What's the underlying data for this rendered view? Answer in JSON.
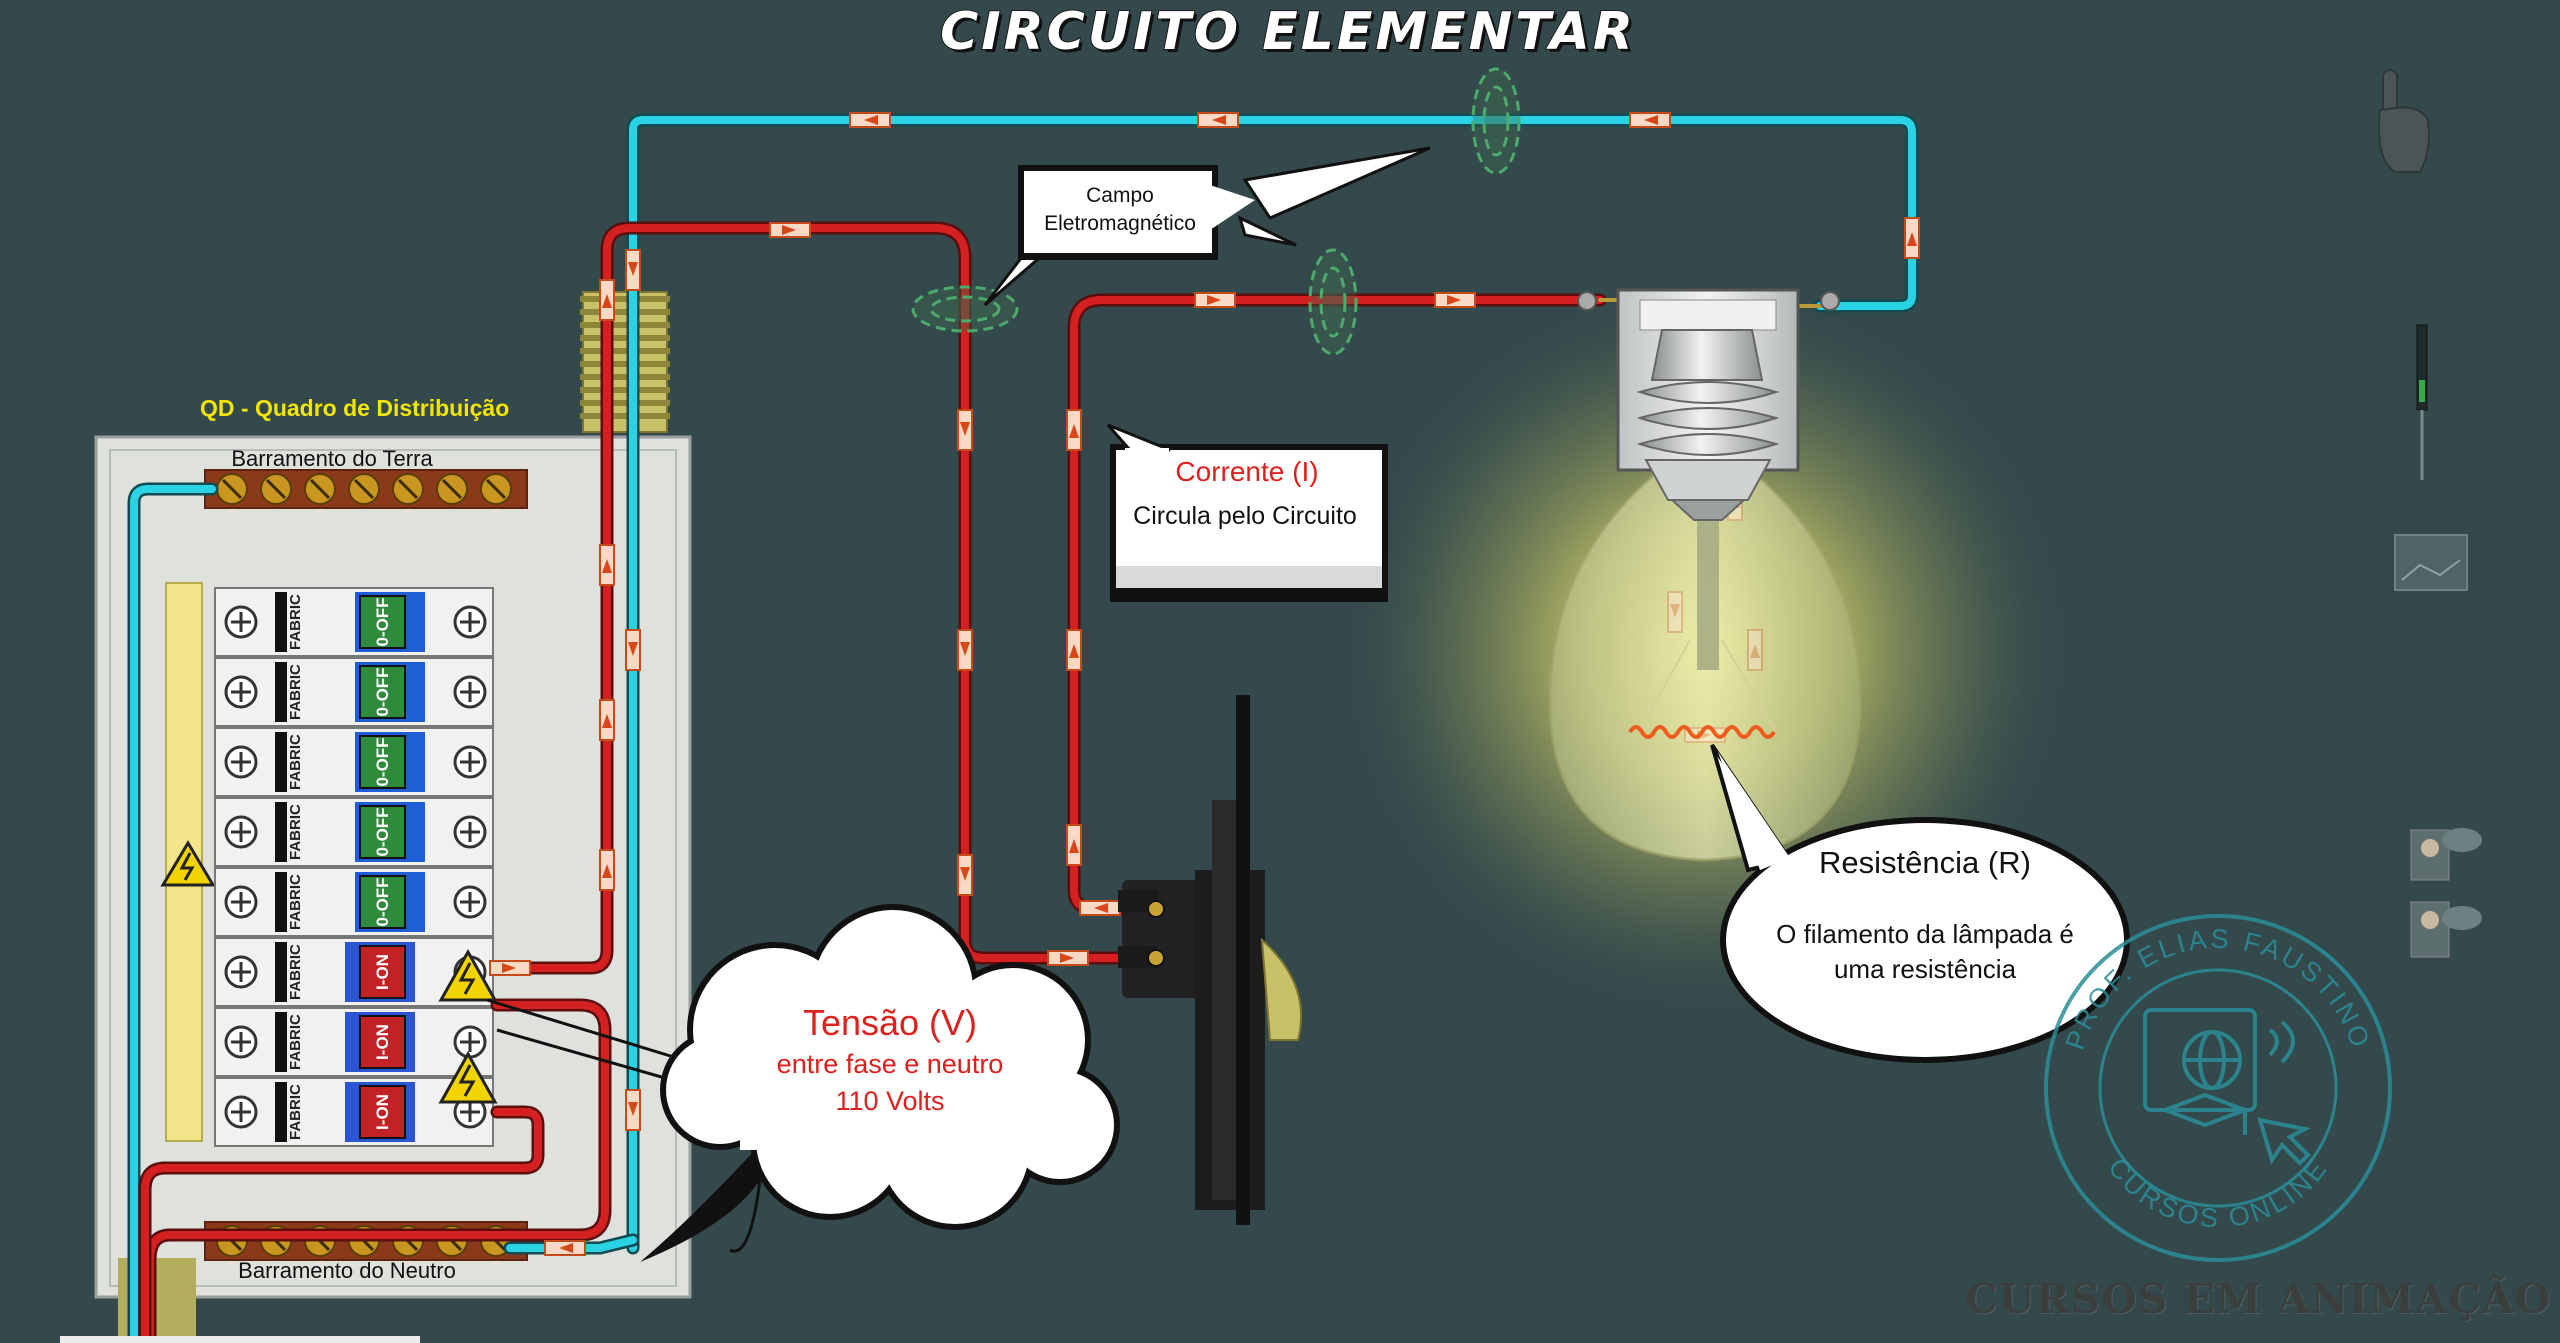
{
  "title": "CIRCUITO ELEMENTAR",
  "panel": {
    "title": "QD - Quadro de Distribuição",
    "bus_earth": "Barramento do Terra",
    "bus_neutral": "Barramento do Neutro",
    "breakers": [
      {
        "brand": "FABRIC",
        "state": "0-OFF",
        "status": "off"
      },
      {
        "brand": "FABRIC",
        "state": "0-OFF",
        "status": "off"
      },
      {
        "brand": "FABRIC",
        "state": "0-OFF",
        "status": "off"
      },
      {
        "brand": "FABRIC",
        "state": "0-OFF",
        "status": "off"
      },
      {
        "brand": "FABRIC",
        "state": "0-OFF",
        "status": "off"
      },
      {
        "brand": "FABRIC",
        "state": "I-ON",
        "status": "on"
      },
      {
        "brand": "FABRIC",
        "state": "I-ON",
        "status": "on"
      },
      {
        "brand": "FABRIC",
        "state": "I-ON",
        "status": "on"
      }
    ]
  },
  "callouts": {
    "field": {
      "line1": "Campo",
      "line2": "Eletromagnético"
    },
    "current": {
      "title": "Corrente (I)",
      "text": "Circula pelo Circuito"
    },
    "voltage": {
      "title": "Tensão (V)",
      "line1": "entre fase e neutro",
      "line2": "110 Volts"
    },
    "resistance": {
      "title": "Resistência (R)",
      "line1": "O filamento da lâmpada é",
      "line2": "uma resistência"
    }
  },
  "watermark": {
    "ring_top": "PROF. ELIAS FAUSTINO",
    "ring_bottom": "CURSOS ONLINE",
    "brand": "CURSOS EM ANIMAÇÃO"
  },
  "colors": {
    "background": "#34494c",
    "phase_wire": "#d42020",
    "neutral_wire": "#2ad3e3",
    "earth_wire": "#2ad3e3",
    "busbar": "#8a3a1a",
    "panel": "#dfe1dd",
    "breaker_off": "#2f8a3c",
    "breaker_on": "#c02226",
    "label_red": "#e0201c",
    "label_yellow": "#f2e600"
  },
  "icons": [
    "hand-pointer-icon",
    "screwdriver-icon",
    "slide-thumbnail-icon",
    "presenter-avatar-icon",
    "presenter-avatar-icon",
    "graduation-globe-icon",
    "warning-icon"
  ]
}
